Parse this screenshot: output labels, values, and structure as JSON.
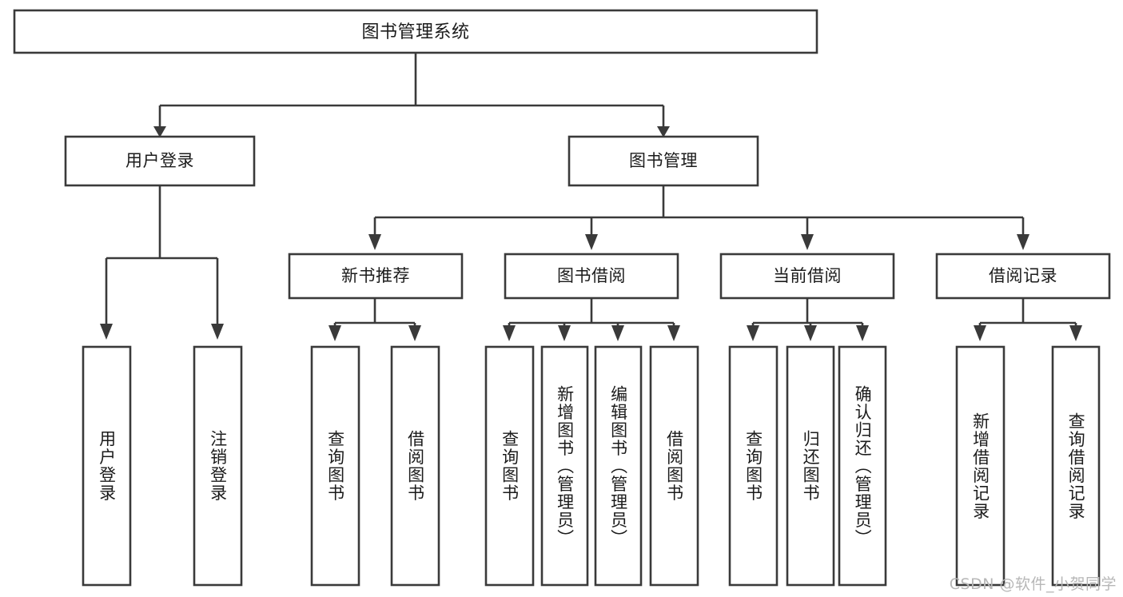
{
  "diagram": {
    "type": "tree",
    "title_node": "图书管理系统",
    "watermark": "CSDN @软件_小贺同学",
    "colors": {
      "stroke": "#3a3a3a",
      "box_fill": "#ffffff",
      "text": "#1b1b1b",
      "background": "#ffffff",
      "watermark": "#b7b7b7"
    },
    "levels": {
      "root": {
        "label": "图书管理系统"
      },
      "level2": [
        {
          "label": "用户登录"
        },
        {
          "label": "图书管理"
        }
      ],
      "level3": [
        {
          "label": "新书推荐"
        },
        {
          "label": "图书借阅"
        },
        {
          "label": "当前借阅"
        },
        {
          "label": "借阅记录"
        }
      ],
      "leaves": [
        {
          "label": "用户登录",
          "parent": "用户登录"
        },
        {
          "label": "注销登录",
          "parent": "用户登录"
        },
        {
          "label": "查询图书",
          "parent": "新书推荐"
        },
        {
          "label": "借阅图书",
          "parent": "新书推荐"
        },
        {
          "label": "查询图书",
          "parent": "图书借阅"
        },
        {
          "label": "新增图书（管理员）",
          "parent": "图书借阅"
        },
        {
          "label": "编辑图书（管理员）",
          "parent": "图书借阅"
        },
        {
          "label": "借阅图书",
          "parent": "图书借阅"
        },
        {
          "label": "查询图书",
          "parent": "当前借阅"
        },
        {
          "label": "归还图书",
          "parent": "当前借阅"
        },
        {
          "label": "确认归还（管理员）",
          "parent": "当前借阅"
        },
        {
          "label": "新增借阅记录",
          "parent": "借阅记录"
        },
        {
          "label": "查询借阅记录",
          "parent": "借阅记录"
        }
      ]
    }
  }
}
